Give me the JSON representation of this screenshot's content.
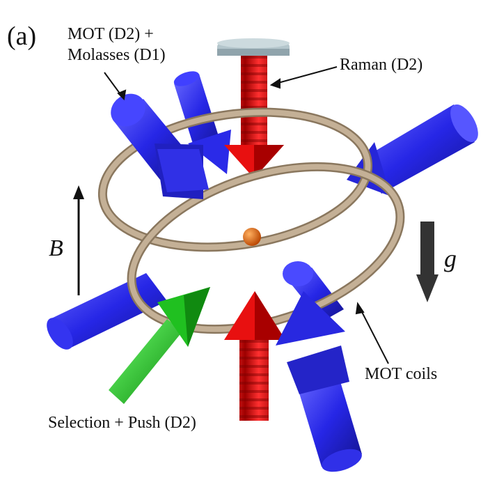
{
  "figure": {
    "panel_label": "(a)",
    "labels": {
      "mot_line1": "MOT (D2) +",
      "mot_line2": "Molasses (D1)",
      "raman": "Raman (D2)",
      "b_field": "B",
      "gravity": "g",
      "mot_coils": "MOT coils",
      "selection_push": "Selection + Push (D2)"
    },
    "colors": {
      "mot_beam": "#2a2ae8",
      "raman_beam": "#e01010",
      "push_beam": "#18b018",
      "coil": "#b8a48c",
      "atom": "#e06010",
      "mirror": "#a8bcc4",
      "gravity_arrow": "#333333"
    }
  }
}
